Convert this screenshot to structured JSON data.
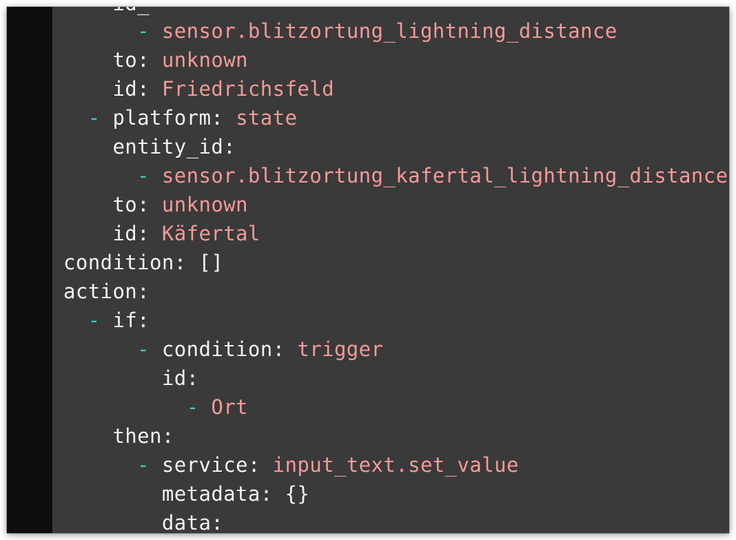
{
  "colors": {
    "background": "#3a3a3a",
    "gutter": "#0d0d0d",
    "dash": "#3ec9cf",
    "key": "#f2f2f2",
    "value": "#f49a98"
  },
  "lines": [
    {
      "indent": 6,
      "dash": "-",
      "key": "",
      "value": "sensor.blitzortung_lightning_distance"
    },
    {
      "indent": 4,
      "dash": "",
      "key": "to:",
      "value": "unknown"
    },
    {
      "indent": 4,
      "dash": "",
      "key": "id:",
      "value": "Friedrichsfeld"
    },
    {
      "indent": 2,
      "dash": "-",
      "key": "platform:",
      "value": "state"
    },
    {
      "indent": 4,
      "dash": "",
      "key": "entity_id:",
      "value": ""
    },
    {
      "indent": 6,
      "dash": "-",
      "key": "",
      "value": "sensor.blitzortung_kafertal_lightning_distance"
    },
    {
      "indent": 4,
      "dash": "",
      "key": "to:",
      "value": "unknown"
    },
    {
      "indent": 4,
      "dash": "",
      "key": "id:",
      "value": "Käfertal"
    },
    {
      "indent": 0,
      "dash": "",
      "key": "condition: []",
      "value": ""
    },
    {
      "indent": 0,
      "dash": "",
      "key": "action:",
      "value": ""
    },
    {
      "indent": 2,
      "dash": "-",
      "key": "if:",
      "value": ""
    },
    {
      "indent": 6,
      "dash": "-",
      "key": "condition:",
      "value": "trigger"
    },
    {
      "indent": 8,
      "dash": "",
      "key": "id:",
      "value": ""
    },
    {
      "indent": 10,
      "dash": "-",
      "key": "",
      "value": "Ort"
    },
    {
      "indent": 4,
      "dash": "",
      "key": "then:",
      "value": ""
    },
    {
      "indent": 6,
      "dash": "-",
      "key": "service:",
      "value": "input_text.set_value"
    },
    {
      "indent": 8,
      "dash": "",
      "key": "metadata: {}",
      "value": ""
    },
    {
      "indent": 8,
      "dash": "",
      "key": "data:",
      "value": ""
    }
  ]
}
